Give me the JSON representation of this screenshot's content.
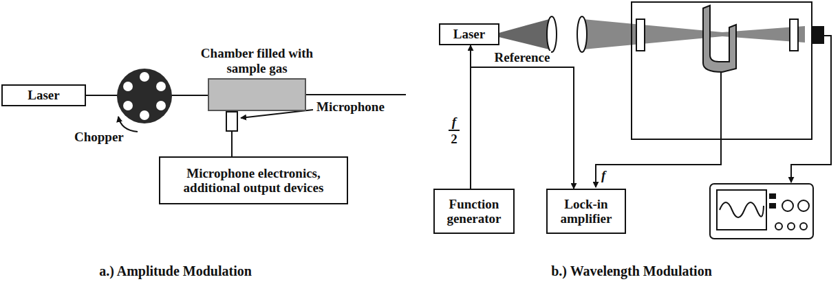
{
  "diagram": {
    "nodes": [
      {
        "text": [
          "Laser"
        ]
      },
      {
        "text": [
          "Chamber filled with sample gas"
        ]
      },
      {
        "text": [
          "Microphone electronics, additional output devices"
        ]
      },
      {
        "text": [
          "Laser"
        ]
      },
      {
        "text": [
          "Function generator"
        ]
      },
      {
        "text": [
          "Lock-in amplifier"
        ]
      }
    ],
    "edges": [
      {
        "from": 0,
        "to": 1,
        "arrow": "none"
      },
      {
        "from": 1,
        "to": 2,
        "arrow": "none"
      },
      {
        "from": 4,
        "to": 3,
        "arrow": "to"
      },
      {
        "from": 4,
        "to": 5,
        "label": "Reference",
        "arrow": "to"
      }
    ],
    "labels": [
      "Microphone",
      "Chopper",
      "a.) Amplitude Modulation",
      "f",
      "2",
      "f",
      "b.) Wavelength Modulation"
    ]
  }
}
